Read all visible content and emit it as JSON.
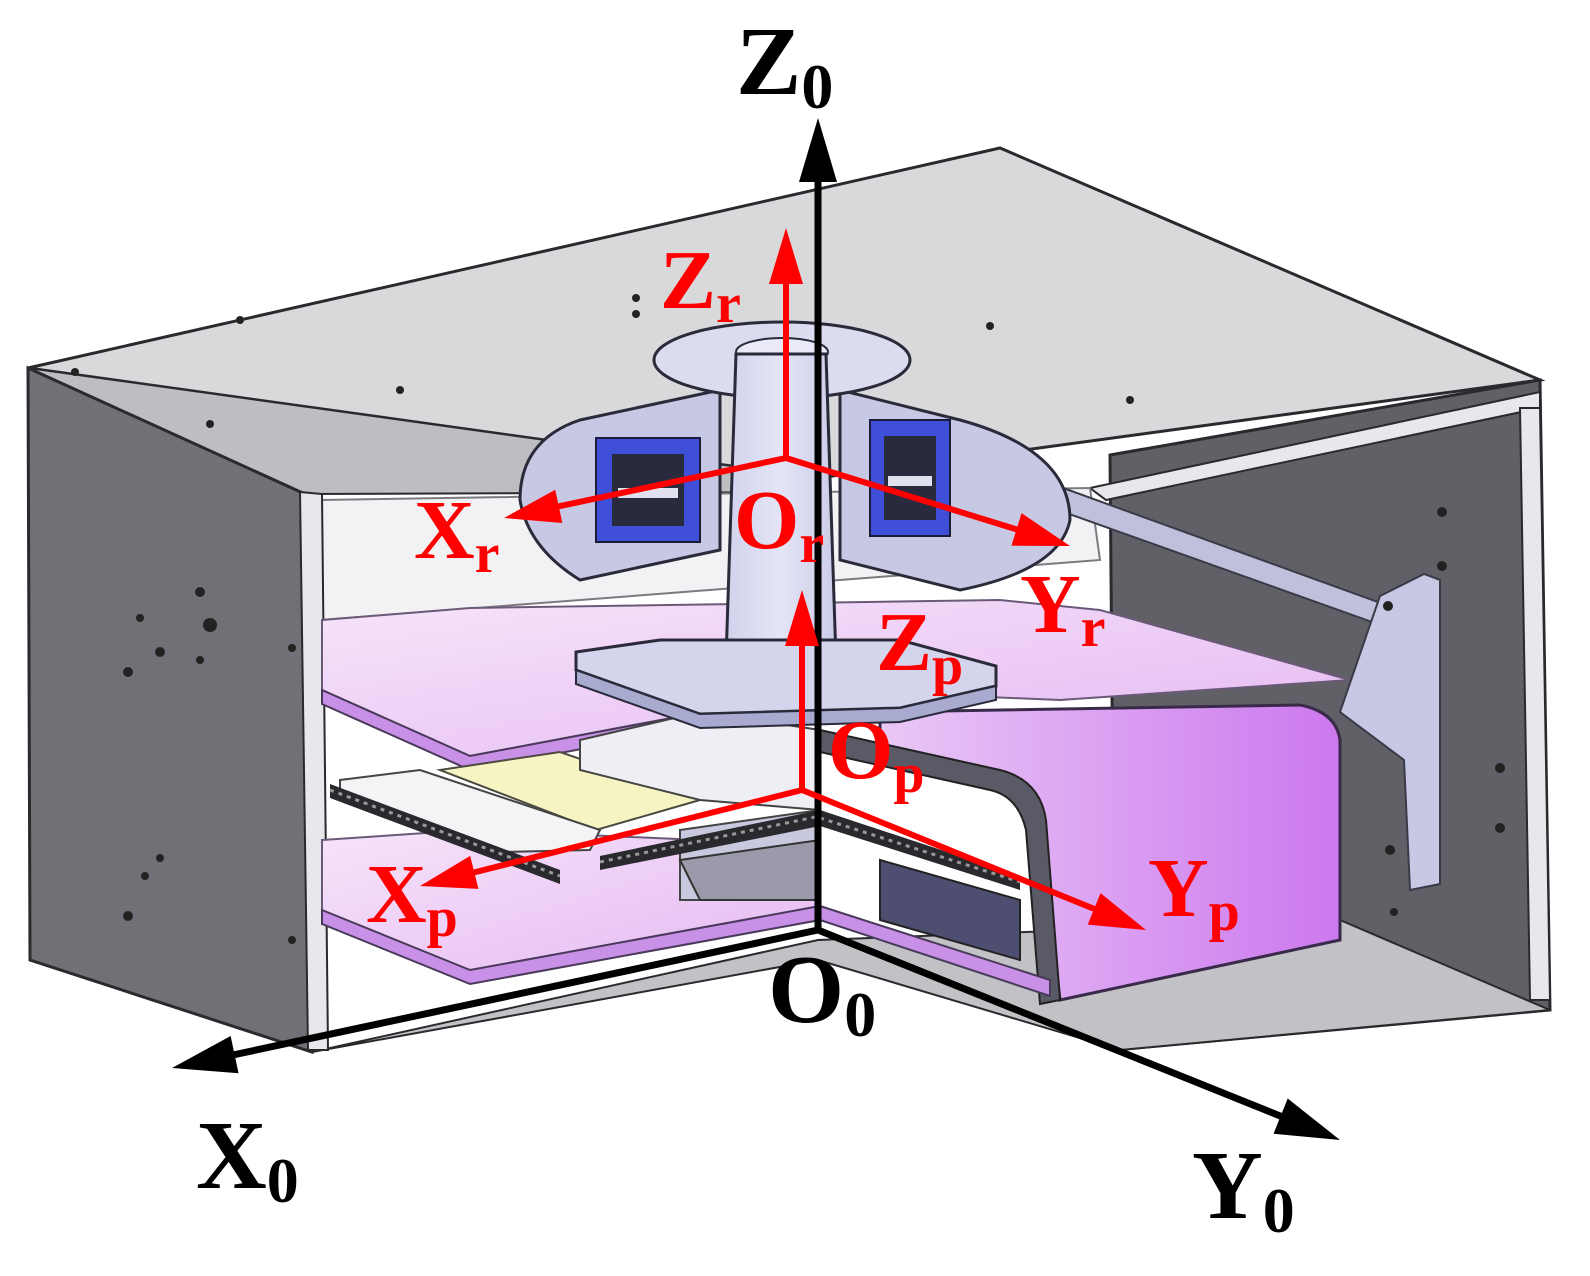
{
  "colors": {
    "global_frame": "#000000",
    "local_frames": "#ff0000",
    "housing_dark": "#6e6e74",
    "housing_light": "#d6d6d8",
    "housing_edge": "#2a2a2e",
    "cut_face": "#ececf0",
    "platform_pink": "#e8c8f0",
    "platform_violet": "#d27ef0",
    "coil_blue": "#3f4fd8",
    "column_lavender": "#c6c8e6",
    "pad_yellow": "#f7f4c4"
  },
  "global_frame": {
    "z": {
      "letter": "Z",
      "sub": "0"
    },
    "x": {
      "letter": "X",
      "sub": "0"
    },
    "y": {
      "letter": "Y",
      "sub": "0"
    },
    "origin": {
      "letter": "O",
      "sub": "0"
    }
  },
  "rotor_frame": {
    "z": {
      "letter": "Z",
      "sub": "r"
    },
    "x": {
      "letter": "X",
      "sub": "r"
    },
    "y": {
      "letter": "Y",
      "sub": "r"
    },
    "origin": {
      "letter": "O",
      "sub": "r"
    }
  },
  "platform_frame": {
    "z": {
      "letter": "Z",
      "sub": "p"
    },
    "x": {
      "letter": "X",
      "sub": "p"
    },
    "y": {
      "letter": "Y",
      "sub": "p"
    },
    "origin": {
      "letter": "O",
      "sub": "p"
    }
  }
}
